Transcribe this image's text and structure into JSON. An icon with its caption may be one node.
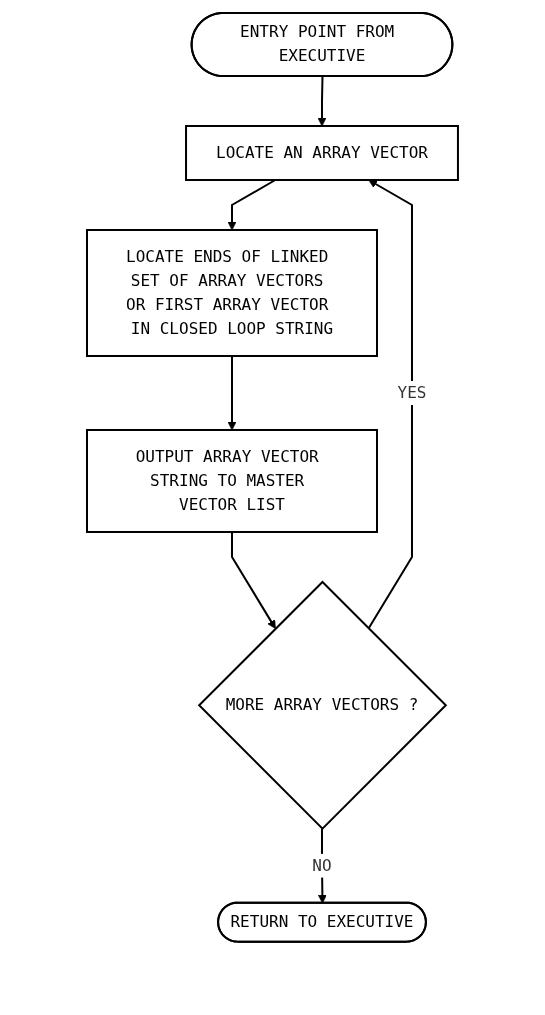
{
  "diagram": {
    "nodes": [
      {
        "text": [
          "ENTRY POINT FROM EXECUTIVE"
        ]
      },
      {
        "text": [
          "LOCATE AN ARRAY VECTOR"
        ]
      },
      {
        "text": [
          "LOCATE ENDS OF LINKED SET OF ARRAY VECTORS OR FIRST ARRAY VECTOR IN CLOSED LOOP STRING"
        ]
      },
      {
        "text": [
          "OUTPUT ARRAY VECTOR STRING TO MASTER VECTOR LIST"
        ]
      },
      {
        "text": [
          "MORE ARRAY VECTORS ?"
        ]
      },
      {
        "text": [
          "RETURN TO EXECUTIVE"
        ]
      }
    ],
    "edges": [
      {
        "from": 0,
        "to": 1,
        "arrow": "to"
      },
      {
        "from": 1,
        "to": 2,
        "arrow": "to"
      },
      {
        "from": 2,
        "to": 3,
        "arrow": "to"
      },
      {
        "from": 3,
        "to": 4,
        "arrow": "to"
      },
      {
        "from": 4,
        "to": 1,
        "arrow": "to",
        "label": "YES"
      },
      {
        "from": 4,
        "to": 5,
        "arrow": "to",
        "label": "NO"
      }
    ]
  }
}
